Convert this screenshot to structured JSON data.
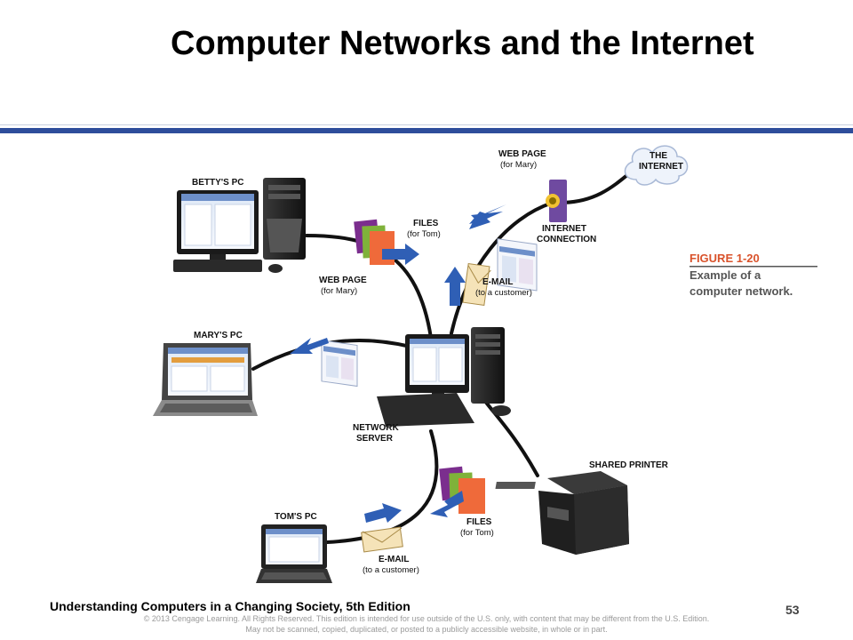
{
  "slide": {
    "title": "Computer Networks and the Internet",
    "footer_book": "Understanding Computers in a Changing Society, 5th Edition",
    "page_number": "53",
    "copyright_line1": "© 2013 Cengage Learning. All Rights Reserved. This edition is intended for use outside of the U.S. only, with content that may be different from the U.S. Edition.",
    "copyright_line2": "May not be scanned, copied, duplicated, or posted to a publicly accessible website, in whole or in part."
  },
  "figure": {
    "number": "FIGURE 1-20",
    "caption_line1": "Example of a",
    "caption_line2": "computer network."
  },
  "labels": {
    "bettys_pc": "BETTY'S PC",
    "marys_pc": "MARY'S PC",
    "toms_pc": "TOM'S PC",
    "network_server_1": "NETWORK",
    "network_server_2": "SERVER",
    "shared_printer": "SHARED PRINTER",
    "internet_1": "THE",
    "internet_2": "INTERNET",
    "internet_connection_1": "INTERNET",
    "internet_connection_2": "CONNECTION",
    "web_page_top": "WEB PAGE",
    "web_page_top_sub": "(for Mary)",
    "web_page_mid": "WEB PAGE",
    "web_page_mid_sub": "(for Mary)",
    "files_top": "FILES",
    "files_top_sub": "(for Tom)",
    "files_bottom": "FILES",
    "files_bottom_sub": "(for Tom)",
    "email_top": "E-MAIL",
    "email_top_sub": "(to a customer)",
    "email_bottom": "E-MAIL",
    "email_bottom_sub": "(to a customer)"
  },
  "colors": {
    "accent_rule": "#2e4d9b",
    "figure_number": "#d9532c",
    "arrow_blue": "#2f5fb5",
    "cable": "#111111"
  }
}
